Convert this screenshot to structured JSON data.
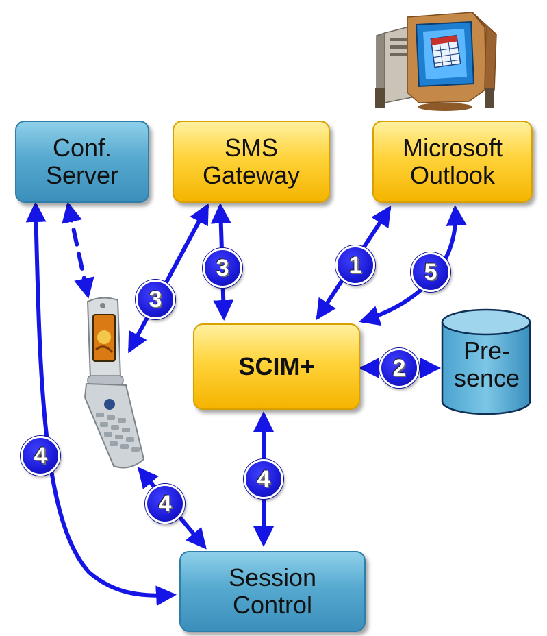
{
  "nodes": {
    "conf_server": {
      "line1": "Conf.",
      "line2": "Server"
    },
    "sms_gateway": {
      "line1": "SMS",
      "line2": "Gateway"
    },
    "ms_outlook": {
      "line1": "Microsoft",
      "line2": "Outlook"
    },
    "scim": {
      "label": "SCIM+"
    },
    "presence": {
      "line1": "Pre-",
      "line2": "sence"
    },
    "session_control": {
      "line1": "Session",
      "line2": "Control"
    }
  },
  "steps": {
    "s1": "1",
    "s2": "2",
    "s3_phone": "3",
    "s3_scim": "3",
    "s4_left": "4",
    "s4_phone": "4",
    "s4_scim": "4",
    "s5": "5"
  },
  "colors": {
    "arrow": "#1515e6",
    "blue_box": "#56a9cf",
    "yellow_box": "#ffd33a",
    "badge": "#1a1ad6"
  },
  "icons": {
    "desktop_computer": "desktop-computer-icon",
    "mobile_phone": "flip-phone-icon"
  }
}
